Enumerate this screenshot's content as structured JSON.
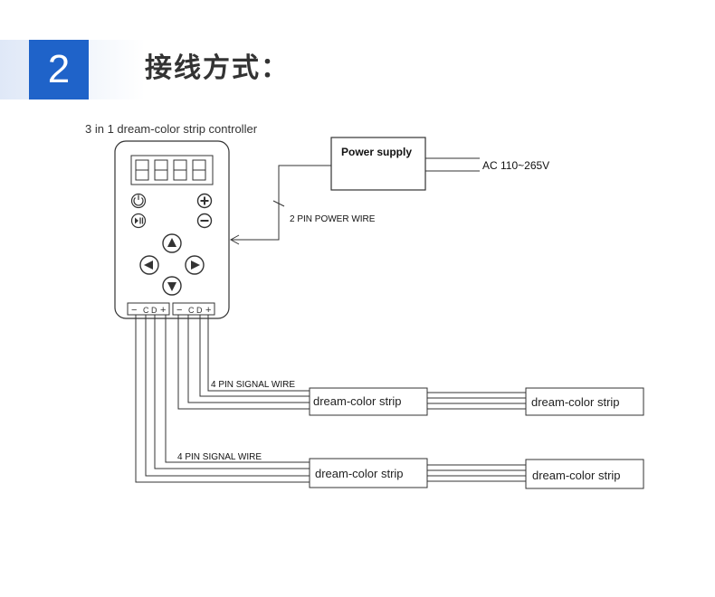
{
  "header": {
    "number": "2",
    "title": "接线方式："
  },
  "diagram": {
    "controller_label": "3 in 1 dream-color strip controller",
    "power_supply": "Power supply",
    "ac_label": "AC 110~265V",
    "power_wire_label": "2 PIN POWER WIRE",
    "signal_wire_label_1": "4 PIN SIGNAL WIRE",
    "signal_wire_label_2": "4 PIN SIGNAL WIRE",
    "terminal_minus": "−",
    "terminal_c": "C",
    "terminal_d": "D",
    "terminal_plus": "+",
    "strip_1a": "dream-color strip",
    "strip_1b": "dream-color strip",
    "strip_2a": "dream-color strip",
    "strip_2b": "dream-color strip",
    "icons": [
      "display-digits",
      "power-icon",
      "play-pause-icon",
      "plus-icon",
      "minus-icon",
      "arrow-up-icon",
      "arrow-left-icon",
      "arrow-right-icon",
      "arrow-down-icon"
    ]
  }
}
